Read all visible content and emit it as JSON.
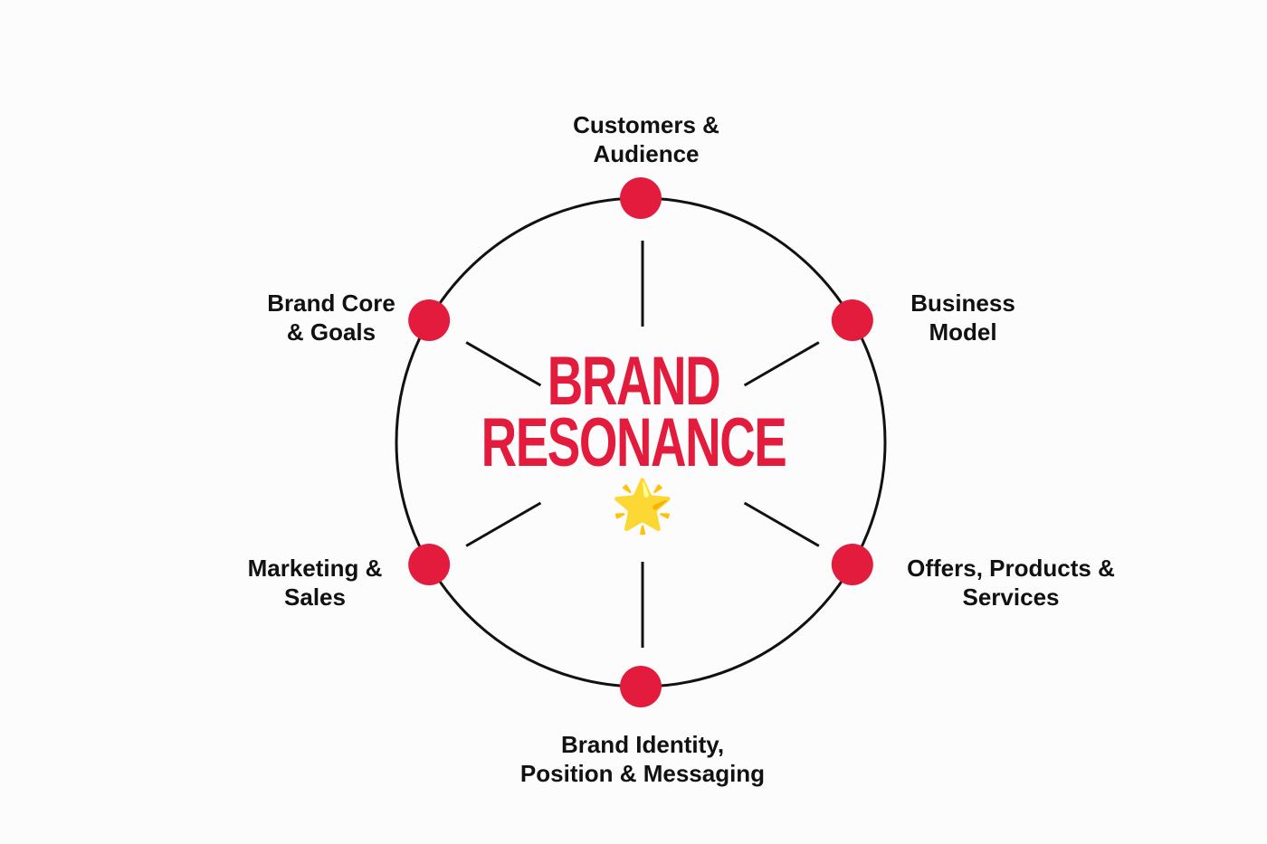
{
  "diagram": {
    "title_line1": "BRAND",
    "title_line2": "RESONANCE",
    "center_icon": "glowing-star-icon",
    "center_glyph": "🌟",
    "accent_color": "#e31c3d",
    "line_color": "#111111",
    "nodes": [
      {
        "id": "customers",
        "label": "Customers &\nAudience"
      },
      {
        "id": "business-model",
        "label": "Business\nModel"
      },
      {
        "id": "offers",
        "label": "Offers, Products &\nServices"
      },
      {
        "id": "brand-identity",
        "label": "Brand Identity,\nPosition & Messaging"
      },
      {
        "id": "marketing",
        "label": "Marketing &\nSales"
      },
      {
        "id": "brand-core",
        "label": "Brand Core\n& Goals"
      }
    ]
  }
}
